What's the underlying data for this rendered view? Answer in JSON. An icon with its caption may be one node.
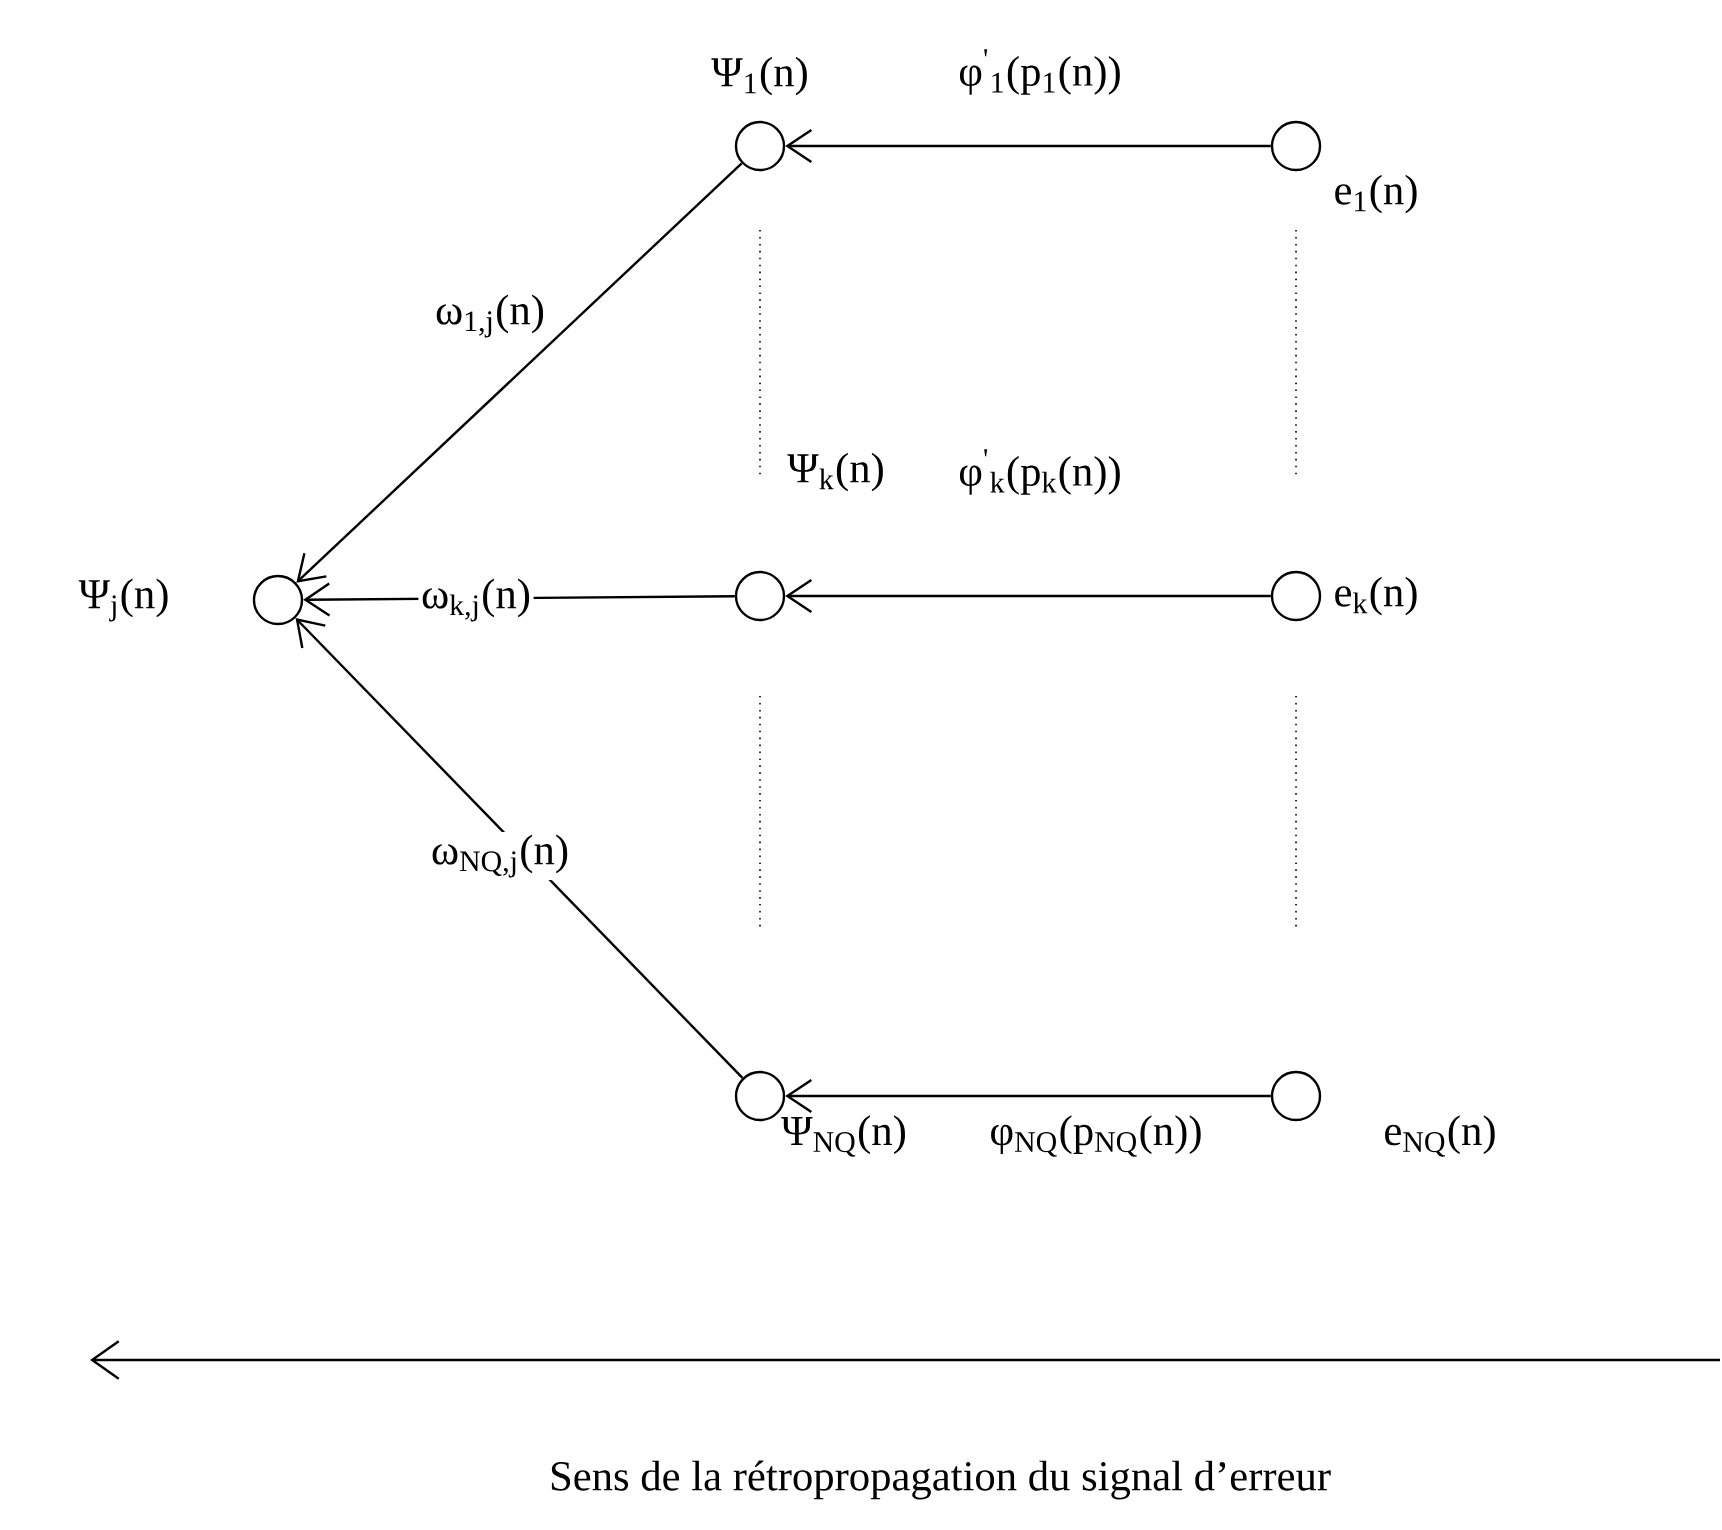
{
  "diagram": {
    "caption": "Sens de la rétropropagation du signal d’erreur",
    "nodes": [
      {
        "text": [],
        "shape": "circle",
        "beside": [
          "Ψ$_{j}$(n)"
        ]
      },
      {
        "text": [],
        "shape": "circle",
        "beside": [
          "Ψ$_{1}$(n)"
        ]
      },
      {
        "text": [],
        "shape": "circle",
        "beside": [
          "e$_{1}$(n)"
        ]
      },
      {
        "text": [],
        "shape": "circle",
        "beside": [
          "Ψ$_{k}$(n)"
        ]
      },
      {
        "text": [],
        "shape": "circle",
        "beside": [
          "e$_{k}$(n)"
        ]
      },
      {
        "text": [],
        "shape": "circle",
        "beside": [
          "Ψ$_{NQ}$(n)"
        ]
      },
      {
        "text": [],
        "shape": "circle",
        "beside": [
          "e$_{NQ}$(n)"
        ]
      }
    ],
    "edges": [
      {
        "from": 2,
        "to": 1,
        "arrow": "to",
        "label": "φ$^{'}$$_{1}$(p$_{1}$(n))"
      },
      {
        "from": 1,
        "to": 0,
        "arrow": "to",
        "label": "ω$_{1,j}$(n)"
      },
      {
        "from": 4,
        "to": 3,
        "arrow": "to",
        "label": "φ$^{'}$$_{k}$(p$_{k}$(n))"
      },
      {
        "from": 3,
        "to": 0,
        "arrow": "to",
        "label": "ω$_{k,j}$(n)"
      },
      {
        "from": 6,
        "to": 5,
        "arrow": "to",
        "label": "φ$_{NQ}$(p$_{NQ}$(n))"
      },
      {
        "from": 5,
        "to": 0,
        "arrow": "to",
        "label": "ω$_{NQ,j}$(n)"
      }
    ]
  }
}
